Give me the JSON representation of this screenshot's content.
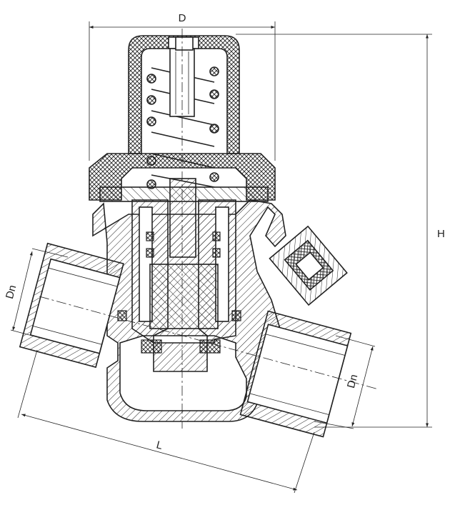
{
  "labels": {
    "width": "D",
    "height": "H",
    "length": "L",
    "inlet": "Dn",
    "outlet": "Dn"
  },
  "colors": {
    "line": "#222222",
    "background": "#ffffff"
  },
  "icons": {
    "valve": "pressure-reducing-valve-section"
  }
}
